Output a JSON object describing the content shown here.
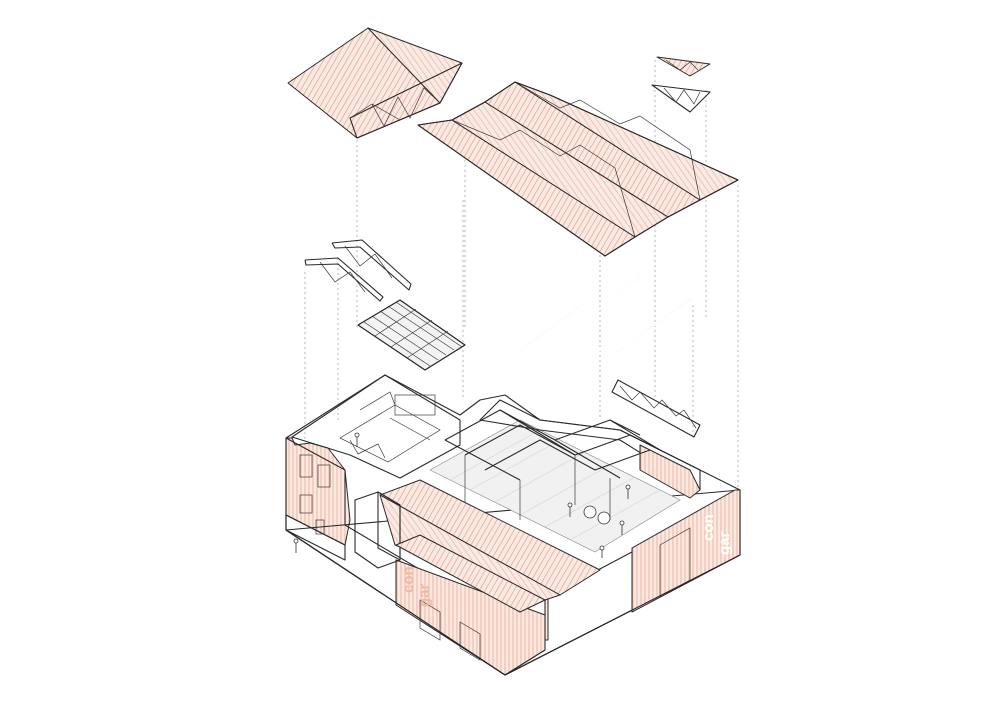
{
  "diagram": {
    "signage": [
      {
        "line1": "con",
        "line2": "gar"
      },
      {
        "line1": "con",
        "line2": "gar"
      }
    ]
  },
  "colors": {
    "accent": "#e7a48c",
    "accent_light": "#f6ddd2",
    "line": "#2a2a2a",
    "floor": "#f1f1f1"
  }
}
